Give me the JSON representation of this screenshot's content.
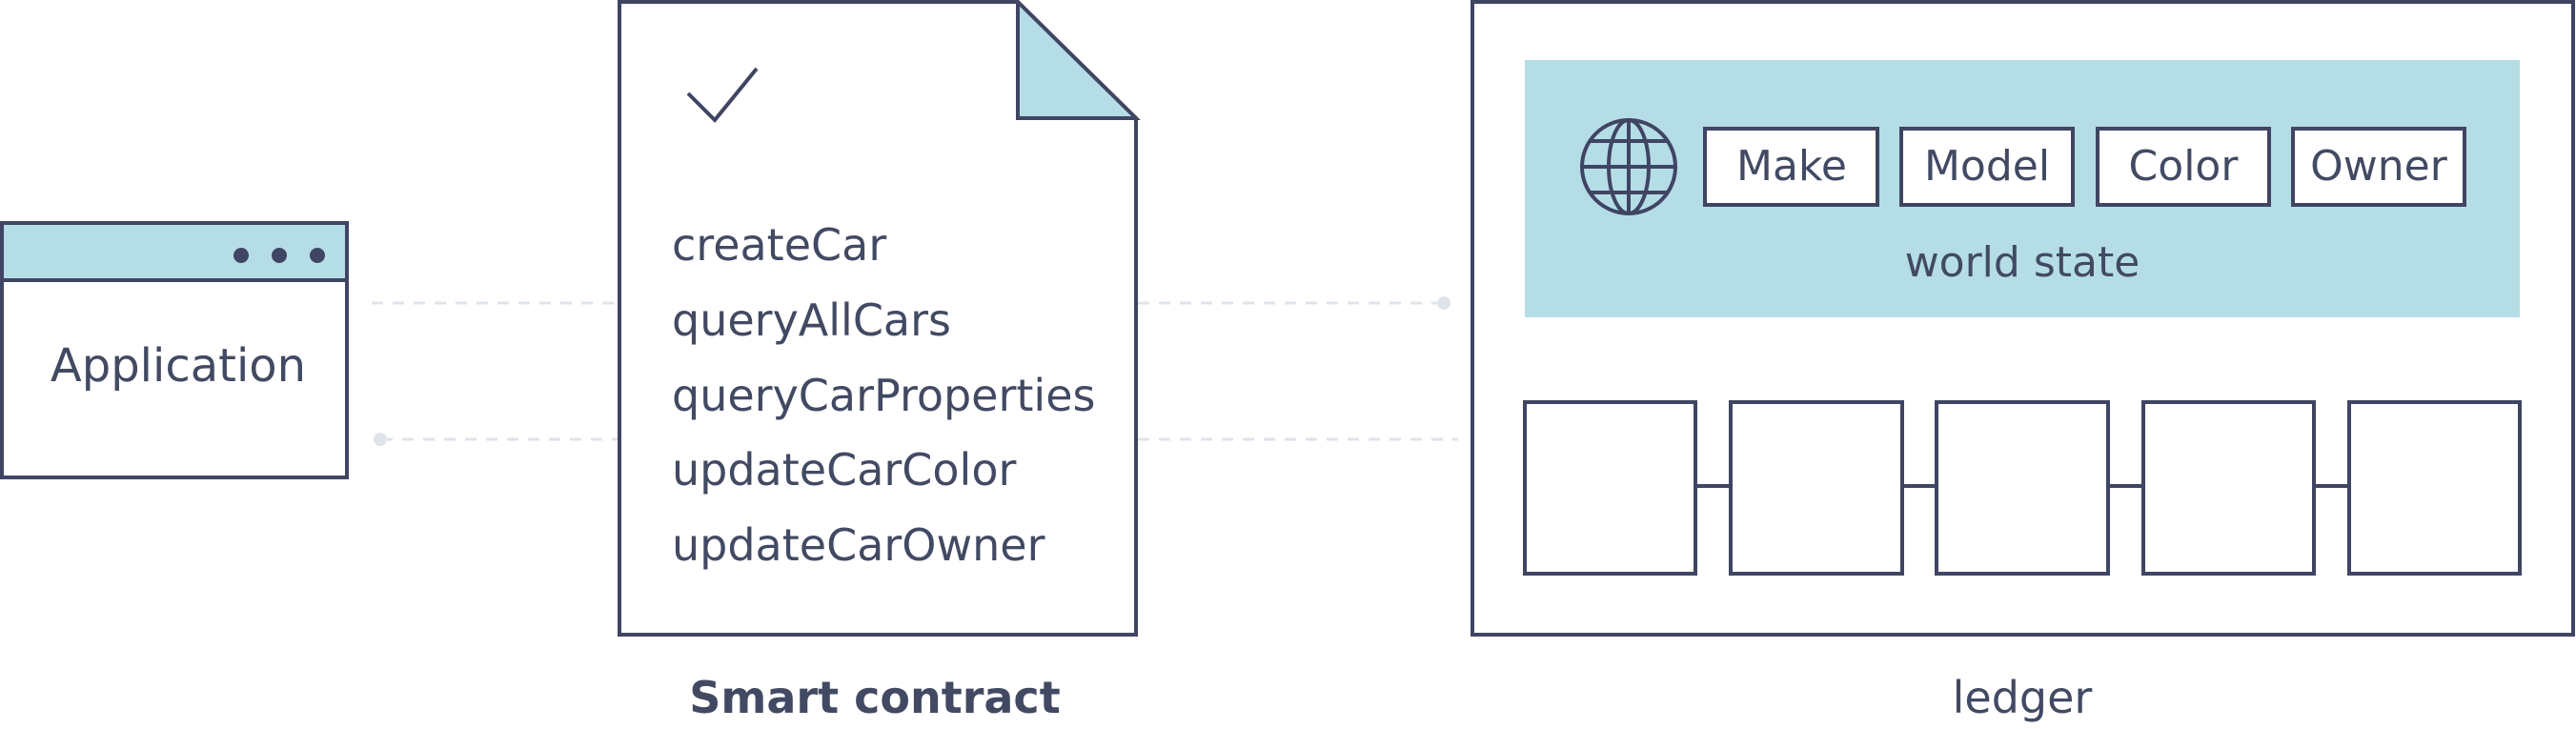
{
  "application": {
    "label": "Application"
  },
  "smart_contract": {
    "functions": [
      "createCar",
      "queryAllCars",
      "queryCarProperties",
      "updateCarColor",
      "updateCarOwner"
    ],
    "caption": "Smart contract"
  },
  "ledger": {
    "world_state": {
      "fields": [
        "Make",
        "Model",
        "Color",
        "Owner"
      ],
      "label": "world state"
    },
    "caption": "ledger"
  },
  "colors": {
    "accent": "#b5dde6",
    "stroke": "#3f4562",
    "text": "#424a63",
    "dash": "#dfe3ea"
  },
  "icons": {
    "check": "check-icon",
    "globe": "globe-icon",
    "dots": "window-dots-icon"
  }
}
